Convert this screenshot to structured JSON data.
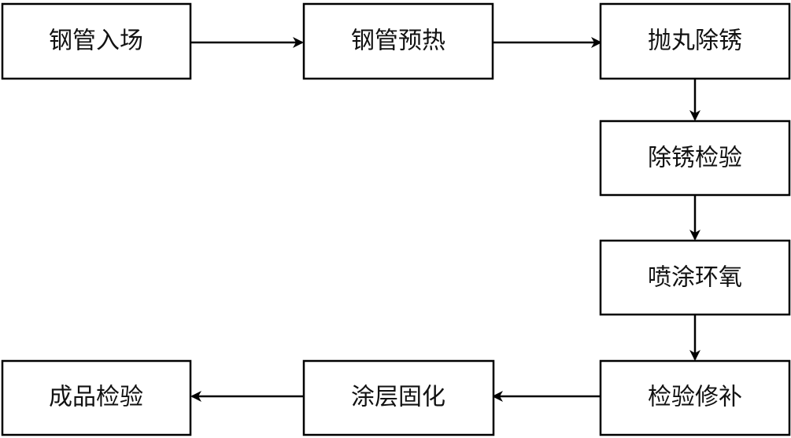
{
  "diagram": {
    "colors": {
      "stroke": "#000000",
      "fill": "#ffffff",
      "text": "#111111"
    },
    "steps": [
      {
        "id": "s1",
        "label": "钢管入场"
      },
      {
        "id": "s2",
        "label": "钢管预热"
      },
      {
        "id": "s3",
        "label": "抛丸除锈"
      },
      {
        "id": "s4",
        "label": "除锈检验"
      },
      {
        "id": "s5",
        "label": "喷涂环氧"
      },
      {
        "id": "s6",
        "label": "检验修补"
      },
      {
        "id": "s7",
        "label": "涂层固化"
      },
      {
        "id": "s8",
        "label": "成品检验"
      }
    ],
    "edges": [
      {
        "from": "s1",
        "to": "s2"
      },
      {
        "from": "s2",
        "to": "s3"
      },
      {
        "from": "s3",
        "to": "s4"
      },
      {
        "from": "s4",
        "to": "s5"
      },
      {
        "from": "s5",
        "to": "s6"
      },
      {
        "from": "s6",
        "to": "s7"
      },
      {
        "from": "s7",
        "to": "s8"
      }
    ]
  }
}
